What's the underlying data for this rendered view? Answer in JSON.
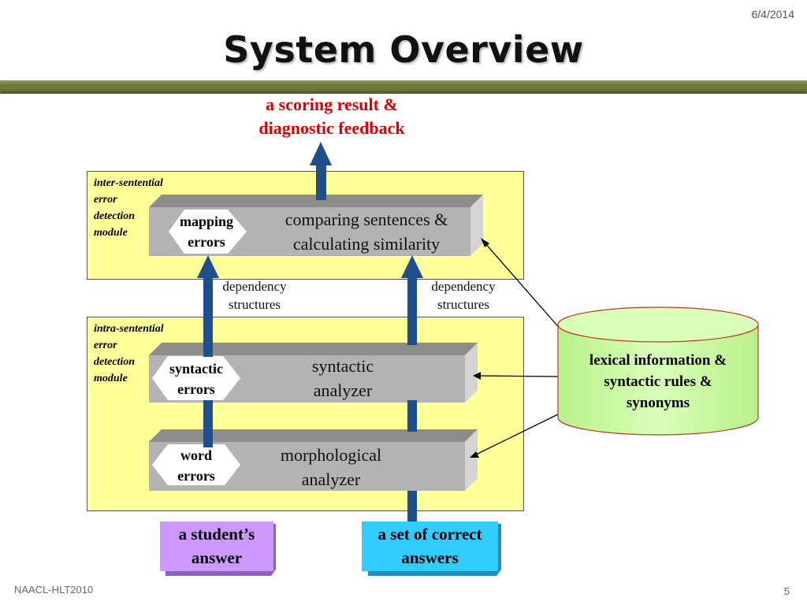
{
  "slide": {
    "date": "6/4/2014",
    "title": "System Overview",
    "footer": "NAACL-HLT2010",
    "page_number": "5"
  },
  "output": {
    "line1": "a scoring result &",
    "line2": "diagnostic feedback"
  },
  "inter_module": {
    "label_lines": [
      "inter-sentential",
      "error",
      "detection",
      "module"
    ],
    "process": {
      "line1": "comparing sentences &",
      "line2": "calculating similarity"
    },
    "badge": {
      "line1": "mapping",
      "line2": "errors"
    }
  },
  "dependency_labels": {
    "left": {
      "line1": "dependency",
      "line2": "structures"
    },
    "right": {
      "line1": "dependency",
      "line2": "structures"
    }
  },
  "intra_module": {
    "label_lines": [
      "intra-sentential",
      "error",
      "detection",
      "module"
    ],
    "syntactic": {
      "process": {
        "line1": "syntactic",
        "line2": "analyzer"
      },
      "badge": {
        "line1": "syntactic",
        "line2": "errors"
      }
    },
    "morphological": {
      "process": {
        "line1": "morphological",
        "line2": "analyzer"
      },
      "badge": {
        "line1": "word",
        "line2": "errors"
      }
    }
  },
  "resource": {
    "line1": "lexical information &",
    "line2": "syntactic rules &",
    "line3": "synonyms"
  },
  "inputs": {
    "student": {
      "line1": "a student’s",
      "line2": "answer"
    },
    "correct": {
      "line1": "a set of correct",
      "line2": "answers"
    }
  },
  "colors": {
    "title_bar": "#6b7a3a",
    "module_fill": "#ffff99",
    "arrow_blue": "#1f4e8c",
    "output_red": "#e00000",
    "student_input": "#cc99ff",
    "correct_input": "#33ccff",
    "resource_fill": "#ccff99",
    "process_gray": "#b3b3b3"
  }
}
